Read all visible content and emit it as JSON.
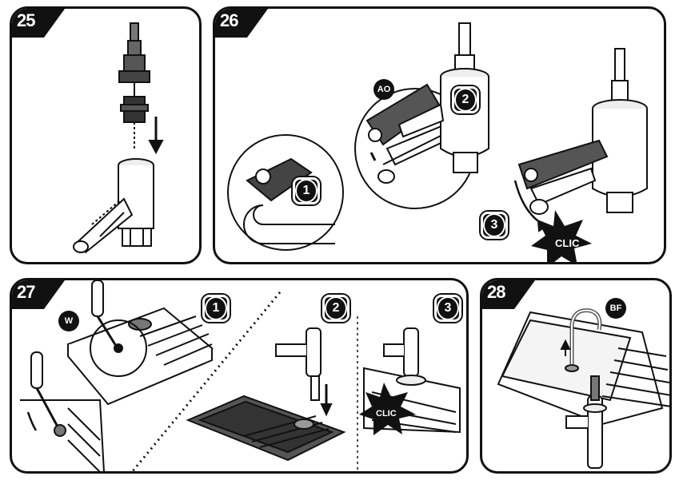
{
  "panels": {
    "p25": {
      "number": "25"
    },
    "p26": {
      "number": "26",
      "badge_1": "1",
      "badge_2": "2",
      "badge_3": "3",
      "label_ao": "AO",
      "clic": "CLIC"
    },
    "p27": {
      "number": "27",
      "badge_1": "1",
      "badge_2": "2",
      "badge_3": "3",
      "label_w": "W",
      "clic": "CLIC"
    },
    "p28": {
      "number": "28",
      "label_bf": "BF"
    }
  }
}
